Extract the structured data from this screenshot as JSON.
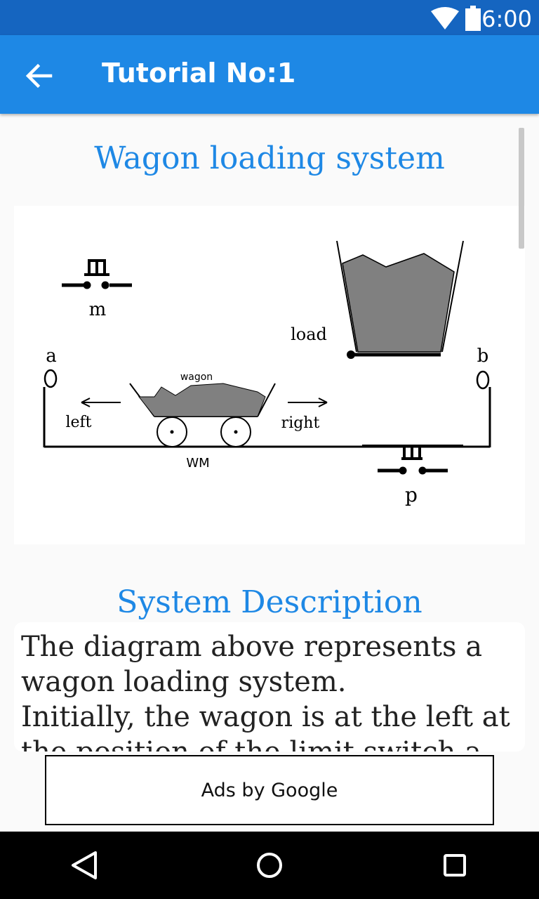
{
  "status_bar": {
    "time": "6:00"
  },
  "app_bar": {
    "title": "Tutorial No:1"
  },
  "content": {
    "heading": "Wagon loading system",
    "diagram": {
      "labels": {
        "m": "m",
        "load": "load",
        "a": "a",
        "b": "b",
        "wagon": "wagon",
        "left": "left",
        "right": "right",
        "wm": "WM",
        "p": "p"
      }
    },
    "description_heading": "System Description",
    "description_text": "The diagram above represents a wagon loading system.\nInitially, the wagon is at the left at the position of the limit switch a."
  },
  "ad": {
    "label": "Ads by Google"
  },
  "colors": {
    "primary": "#1e88e5",
    "status_bar": "#1565c0"
  }
}
